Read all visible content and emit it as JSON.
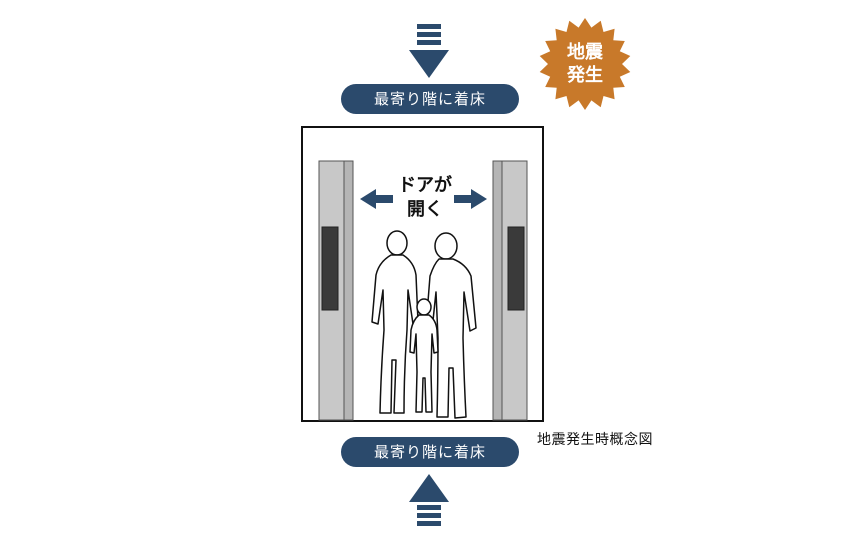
{
  "labels": {
    "top_pill": "最寄り階に着床",
    "bottom_pill": "最寄り階に着床",
    "badge": "地震\n発生",
    "door": "ドアが\n開く",
    "caption": "地震発生時概念図"
  },
  "colors": {
    "navy": "#2b4a6c",
    "badge_orange": "#c8792a",
    "panel_gray": "#c8c8c8",
    "indicator_dark": "#3a3a3a"
  },
  "icons": [
    "down-arrow-icon",
    "up-arrow-icon",
    "left-arrow-icon",
    "right-arrow-icon",
    "starburst-badge",
    "people-silhouette"
  ]
}
